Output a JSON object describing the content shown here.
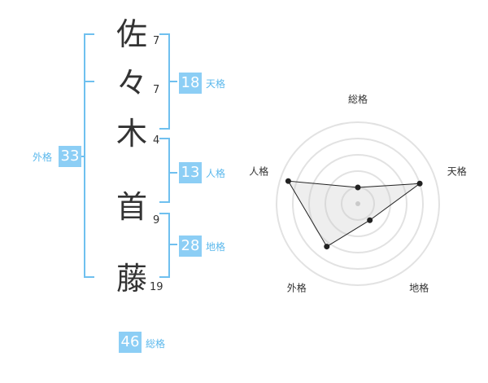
{
  "name": {
    "chars": [
      {
        "char": "佐",
        "strokes": "7"
      },
      {
        "char": "々",
        "strokes": "7"
      },
      {
        "char": "木",
        "strokes": "4"
      },
      {
        "char": "首",
        "strokes": "9"
      },
      {
        "char": "藤",
        "strokes": "19"
      }
    ]
  },
  "fortunes": {
    "tenkaku": {
      "value": "18",
      "label": "天格"
    },
    "jinkaku": {
      "value": "13",
      "label": "人格"
    },
    "chikaku": {
      "value": "28",
      "label": "地格"
    },
    "gaikaku": {
      "value": "33",
      "label": "外格"
    },
    "soukaku": {
      "value": "46",
      "label": "総格"
    }
  },
  "colors": {
    "accent": "#8ccef5",
    "accent_text": "#5bb8ec",
    "bracket": "#6fc0ef"
  },
  "chart_data": {
    "type": "radar",
    "axes": [
      "総格",
      "天格",
      "地格",
      "外格",
      "人格"
    ],
    "values": [
      0.2,
      0.8,
      0.25,
      0.65,
      0.9
    ],
    "range": [
      0,
      1
    ],
    "rings": 5
  }
}
